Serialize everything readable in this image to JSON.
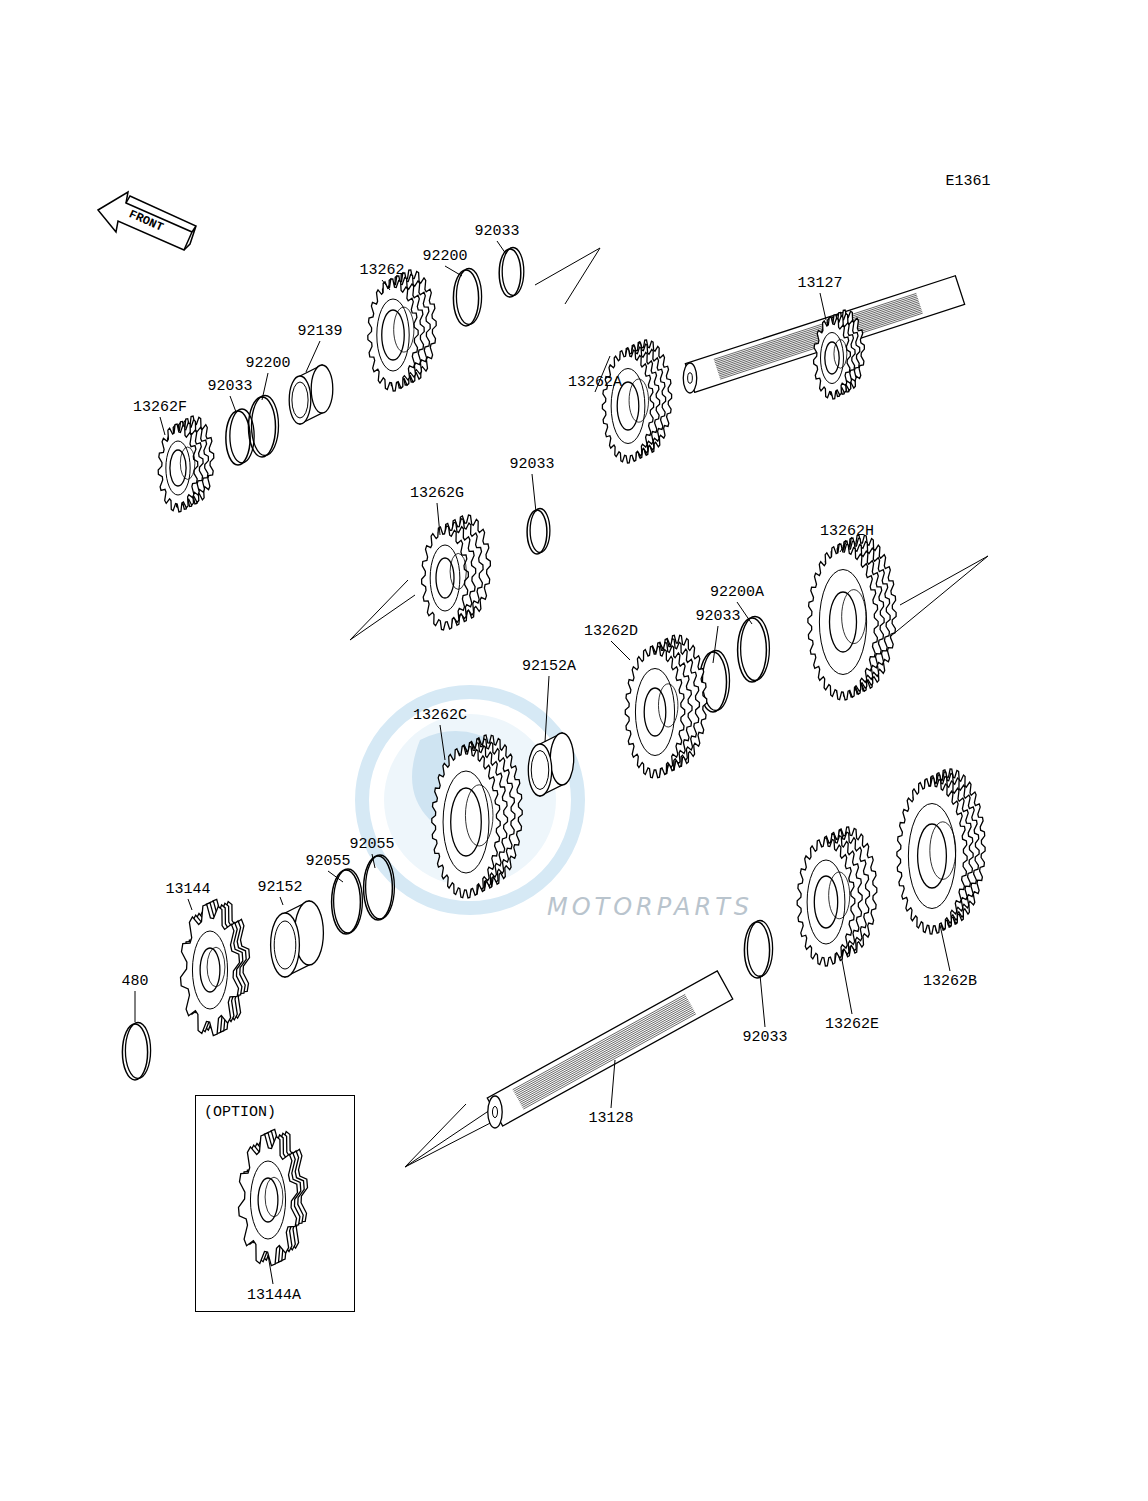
{
  "diagram": {
    "nodes": [
      {
        "text": [
          "(OPTION)",
          "13144A"
        ]
      }
    ],
    "labels": [
      "E1361",
      "FRONT",
      "92033",
      "92200",
      "13262",
      "92139",
      "13127",
      "92200",
      "92033",
      "13262F",
      "13262A",
      "92033",
      "13262G",
      "13262H",
      "92200A",
      "92033",
      "13262D",
      "92152A",
      "13262C",
      "92055",
      "92055",
      "92152",
      "13144",
      "480",
      "92033",
      "13262E",
      "13262B",
      "13128",
      "MOTORPARTS"
    ]
  }
}
